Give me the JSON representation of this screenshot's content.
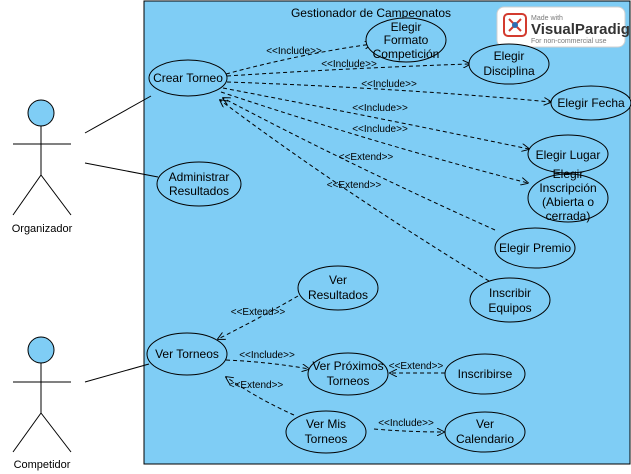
{
  "system": {
    "title": "Gestionador de Campeonatos"
  },
  "watermark": {
    "made_with": "Made with",
    "brand_a": "Visual",
    "brand_b": "Paradigm",
    "note": "For non-commercial use"
  },
  "actors": [
    {
      "id": "organizador",
      "label": "Organizador"
    },
    {
      "id": "competidor",
      "label": "Competidor"
    }
  ],
  "use_cases": [
    {
      "id": "crear-torneo",
      "lines": [
        "Crear Torneo"
      ]
    },
    {
      "id": "administrar-resultados",
      "lines": [
        "Administrar",
        "Resultados"
      ]
    },
    {
      "id": "elegir-formato",
      "lines": [
        "Elegir",
        "Formato",
        "Competición"
      ]
    },
    {
      "id": "elegir-disciplina",
      "lines": [
        "Elegir",
        "Disciplina"
      ]
    },
    {
      "id": "elegir-fecha",
      "lines": [
        "Elegir Fecha"
      ]
    },
    {
      "id": "elegir-lugar",
      "lines": [
        "Elegir Lugar"
      ]
    },
    {
      "id": "elegir-inscripcion",
      "lines": [
        "Elegir",
        "Inscripción",
        "(Abierta o",
        "cerrada)"
      ]
    },
    {
      "id": "elegir-premio",
      "lines": [
        "Elegir Premio"
      ]
    },
    {
      "id": "inscribir-equipos",
      "lines": [
        "Inscribir",
        "Equipos"
      ]
    },
    {
      "id": "ver-resultados",
      "lines": [
        "Ver",
        "Resultados"
      ]
    },
    {
      "id": "ver-torneos",
      "lines": [
        "Ver Torneos"
      ]
    },
    {
      "id": "ver-proximos-torneos",
      "lines": [
        "Ver Próximos",
        "Torneos"
      ]
    },
    {
      "id": "inscribirse",
      "lines": [
        "Inscribirse"
      ]
    },
    {
      "id": "ver-mis-torneos",
      "lines": [
        "Ver Mis",
        "Torneos"
      ]
    },
    {
      "id": "ver-calendario",
      "lines": [
        "Ver",
        "Calendario"
      ]
    }
  ],
  "relations": [
    {
      "from": "crear-torneo",
      "to": "elegir-formato",
      "label": "<<Include>>"
    },
    {
      "from": "crear-torneo",
      "to": "elegir-disciplina",
      "label": "<<Include>>"
    },
    {
      "from": "crear-torneo",
      "to": "elegir-fecha",
      "label": "<<Include>>"
    },
    {
      "from": "crear-torneo",
      "to": "elegir-lugar",
      "label": "<<Include>>"
    },
    {
      "from": "crear-torneo",
      "to": "elegir-inscripcion",
      "label": "<<Include>>"
    },
    {
      "from": "elegir-premio",
      "to": "crear-torneo",
      "label": "<<Extend>>"
    },
    {
      "from": "inscribir-equipos",
      "to": "crear-torneo",
      "label": "<<Extend>>"
    },
    {
      "from": "ver-resultados",
      "to": "ver-torneos",
      "label": "<<Extend>>"
    },
    {
      "from": "ver-torneos",
      "to": "ver-proximos-torneos",
      "label": "<<Include>>"
    },
    {
      "from": "inscribirse",
      "to": "ver-proximos-torneos",
      "label": "<<Extend>>"
    },
    {
      "from": "ver-mis-torneos",
      "to": "ver-torneos",
      "label": "<<Extend>>"
    },
    {
      "from": "ver-mis-torneos",
      "to": "ver-calendario",
      "label": "<<Include>>"
    }
  ],
  "colors": {
    "system_fill": "#7fcdf5",
    "use_case_fill": "#7fcdf5",
    "actor_head": "#7fcdf5",
    "stroke": "#000000"
  }
}
